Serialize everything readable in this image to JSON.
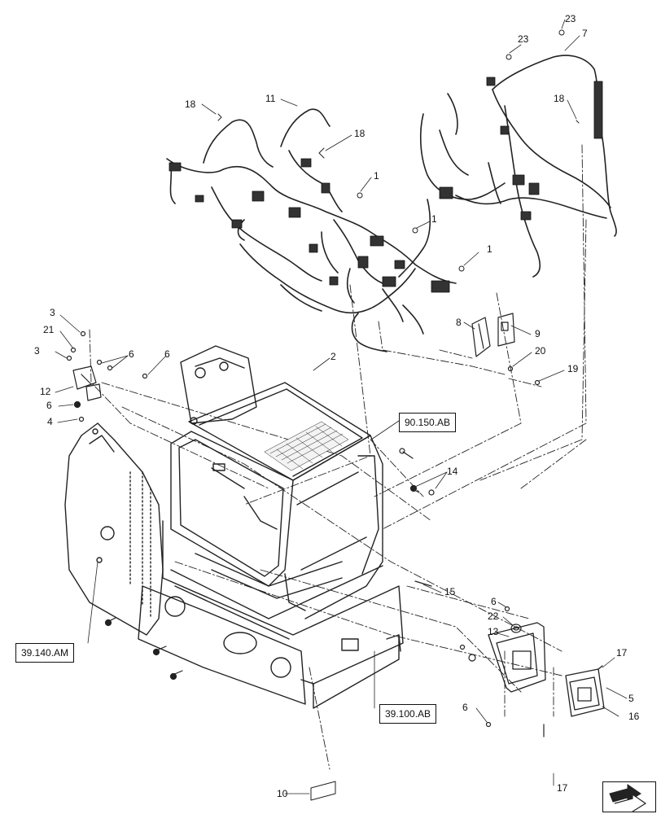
{
  "diagram": {
    "callouts": [
      {
        "id": "c1",
        "text": "23"
      },
      {
        "id": "c2",
        "text": "23"
      },
      {
        "id": "c3",
        "text": "7"
      },
      {
        "id": "c4",
        "text": "18"
      },
      {
        "id": "c5",
        "text": "11"
      },
      {
        "id": "c6",
        "text": "18"
      },
      {
        "id": "c7",
        "text": "18"
      },
      {
        "id": "c8",
        "text": "1"
      },
      {
        "id": "c9",
        "text": "1"
      },
      {
        "id": "c10",
        "text": "1"
      },
      {
        "id": "c11",
        "text": "8"
      },
      {
        "id": "c12",
        "text": "9"
      },
      {
        "id": "c13",
        "text": "20"
      },
      {
        "id": "c14",
        "text": "19"
      },
      {
        "id": "c15",
        "text": "3"
      },
      {
        "id": "c16",
        "text": "21"
      },
      {
        "id": "c17",
        "text": "3"
      },
      {
        "id": "c18",
        "text": "6"
      },
      {
        "id": "c19",
        "text": "6"
      },
      {
        "id": "c20",
        "text": "2"
      },
      {
        "id": "c21",
        "text": "12"
      },
      {
        "id": "c22",
        "text": "6"
      },
      {
        "id": "c23",
        "text": "4"
      },
      {
        "id": "c24",
        "text": "14"
      },
      {
        "id": "c25",
        "text": "15"
      },
      {
        "id": "c26",
        "text": "6"
      },
      {
        "id": "c27",
        "text": "22"
      },
      {
        "id": "c28",
        "text": "13"
      },
      {
        "id": "c29",
        "text": "17"
      },
      {
        "id": "c30",
        "text": "5"
      },
      {
        "id": "c31",
        "text": "16"
      },
      {
        "id": "c32",
        "text": "6"
      },
      {
        "id": "c33",
        "text": "10"
      },
      {
        "id": "c34",
        "text": "17"
      }
    ],
    "references": [
      {
        "id": "r1",
        "text": "90.150.AB"
      },
      {
        "id": "r2",
        "text": "39.140.AM"
      },
      {
        "id": "r3",
        "text": "39.100.AB"
      }
    ],
    "nav_icon": "next-page-arrow-icon"
  }
}
